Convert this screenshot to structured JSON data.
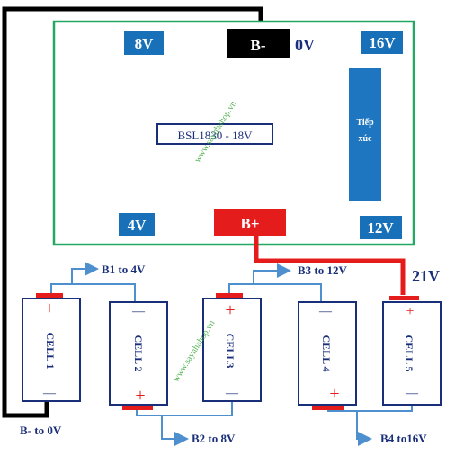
{
  "board": {
    "pad_8v": "8V",
    "pad_16v": "16V",
    "pad_4v": "4V",
    "pad_12v": "12V",
    "b_minus": "B-",
    "b_plus": "B+",
    "zero_v": "0V",
    "chip_label": "BSL1830 - 18V",
    "contact_line1": "Tiếp",
    "contact_line2": "xúc"
  },
  "voltage_21v": "21V",
  "connections": {
    "b1": "B1 to 4V",
    "b2": "B2 to 8V",
    "b3": "B3 to 12V",
    "b4": "B4 to16V",
    "b_minus_0v": "B- to 0V"
  },
  "cells": [
    {
      "label": "CELL 1",
      "top": "+",
      "bottom": "—"
    },
    {
      "label": "CELL 2",
      "top": "—",
      "bottom": "+"
    },
    {
      "label": "CELL3",
      "top": "+",
      "bottom": "—"
    },
    {
      "label": "CELL 4",
      "top": "—",
      "bottom": "+"
    },
    {
      "label": "CELL 5",
      "top": "+",
      "bottom": "—"
    }
  ],
  "watermark": "www.saynhahop.vn",
  "colors": {
    "board_border": "#22a860",
    "pad_blue": "#1870b8",
    "contact_blue": "#1e76c0",
    "b_minus_bg": "#000000",
    "b_plus_bg": "#e41c1c",
    "wire_red": "#e41c1c",
    "wire_black": "#000000",
    "link_blue": "#4e8fce",
    "label_navy": "#1a2f7a",
    "sign_red": "#e41c1c",
    "watermark_green": "#3aa83a"
  }
}
